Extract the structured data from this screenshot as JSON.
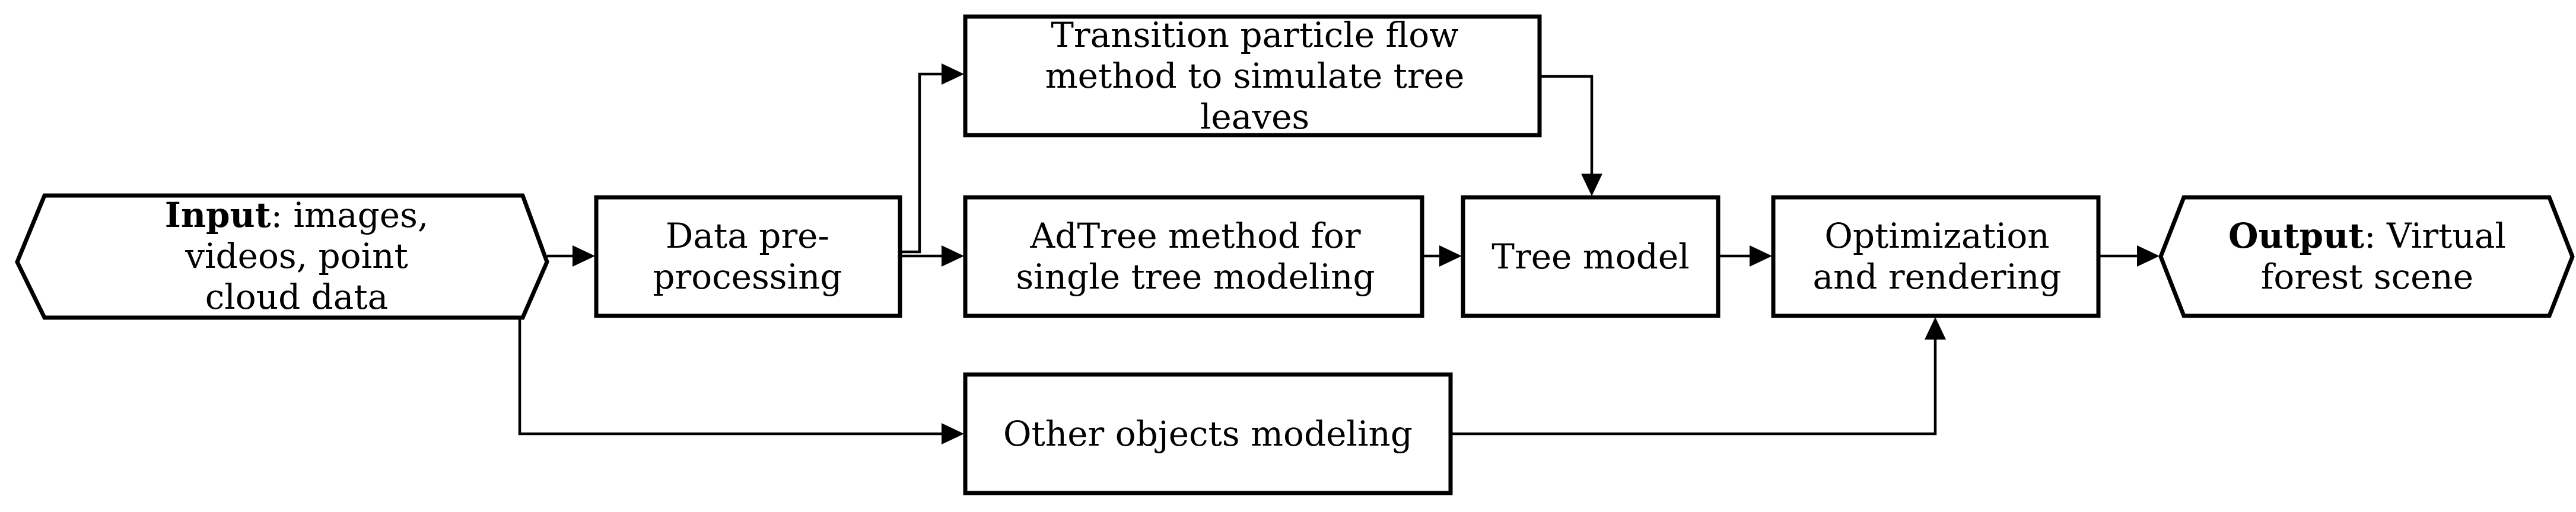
{
  "nodes": {
    "input": {
      "bold": "Input",
      "text": ": images, videos, point cloud data"
    },
    "preprocessing": {
      "text": "Data pre-processing"
    },
    "transition": {
      "text": "Transition particle flow method to simulate tree leaves"
    },
    "adtree": {
      "text": "AdTree method for single tree modeling"
    },
    "tree_model": {
      "text": "Tree model"
    },
    "optimization": {
      "text": "Optimization and rendering"
    },
    "output": {
      "bold": "Output",
      "text": ": Virtual forest scene"
    },
    "other_objects": {
      "text": "Other objects modeling"
    }
  }
}
